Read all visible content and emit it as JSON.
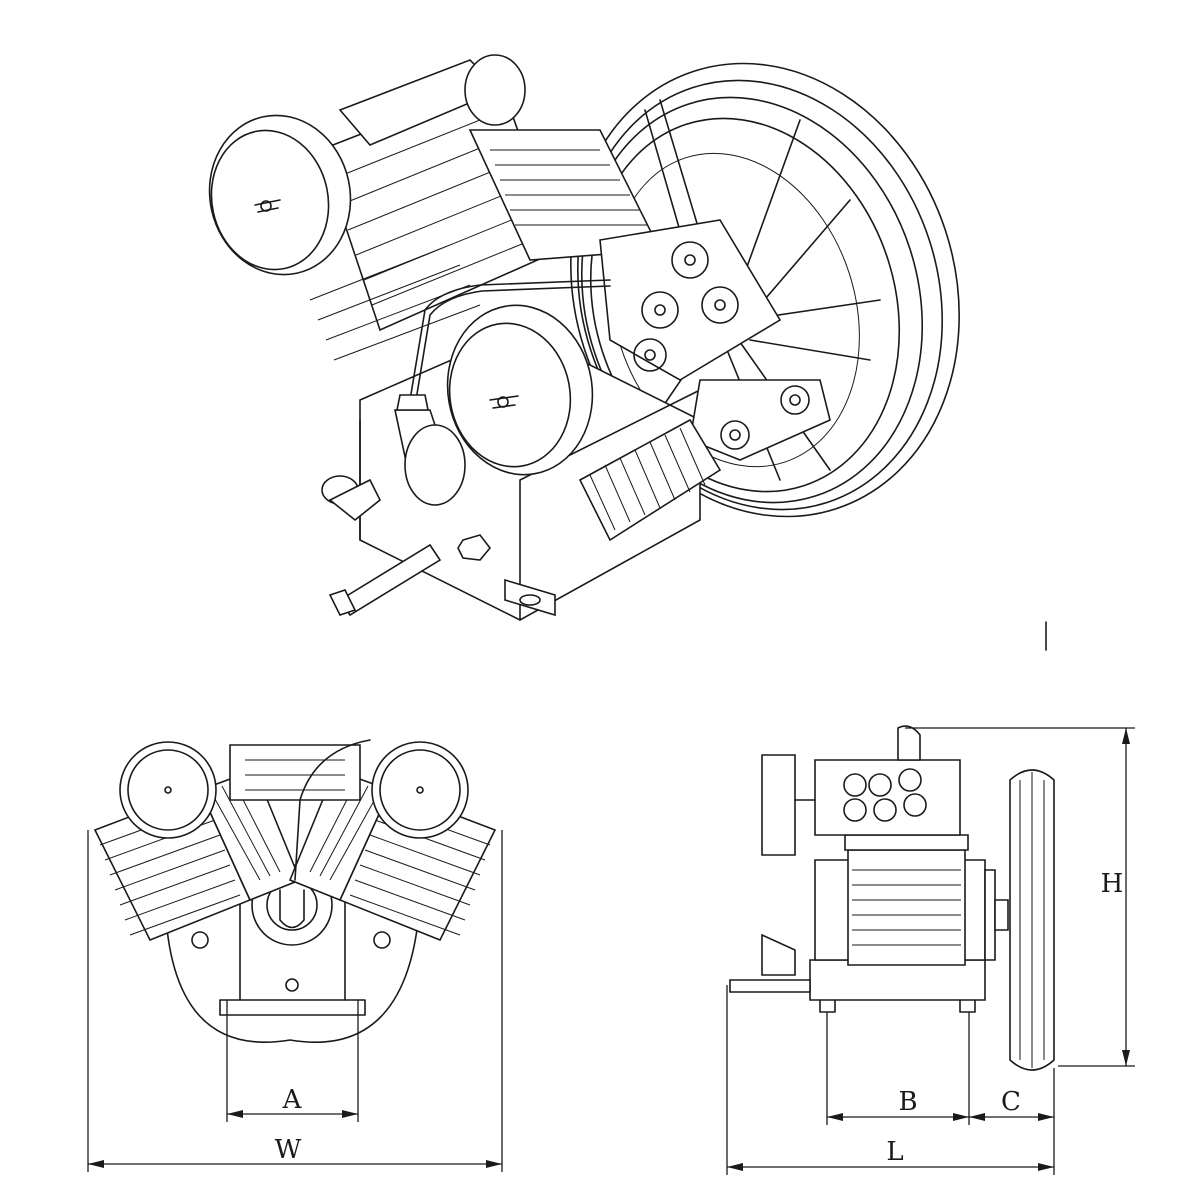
{
  "views": {
    "isometric": {
      "name": "compressor-isometric-view"
    },
    "front": {
      "name": "compressor-front-view"
    },
    "side": {
      "name": "compressor-side-view"
    }
  },
  "dimensions": {
    "A": "A",
    "W": "W",
    "B": "B",
    "C": "C",
    "L": "L",
    "H": "H"
  },
  "colors": {
    "line": "#1a1a1a",
    "background": "#ffffff"
  }
}
